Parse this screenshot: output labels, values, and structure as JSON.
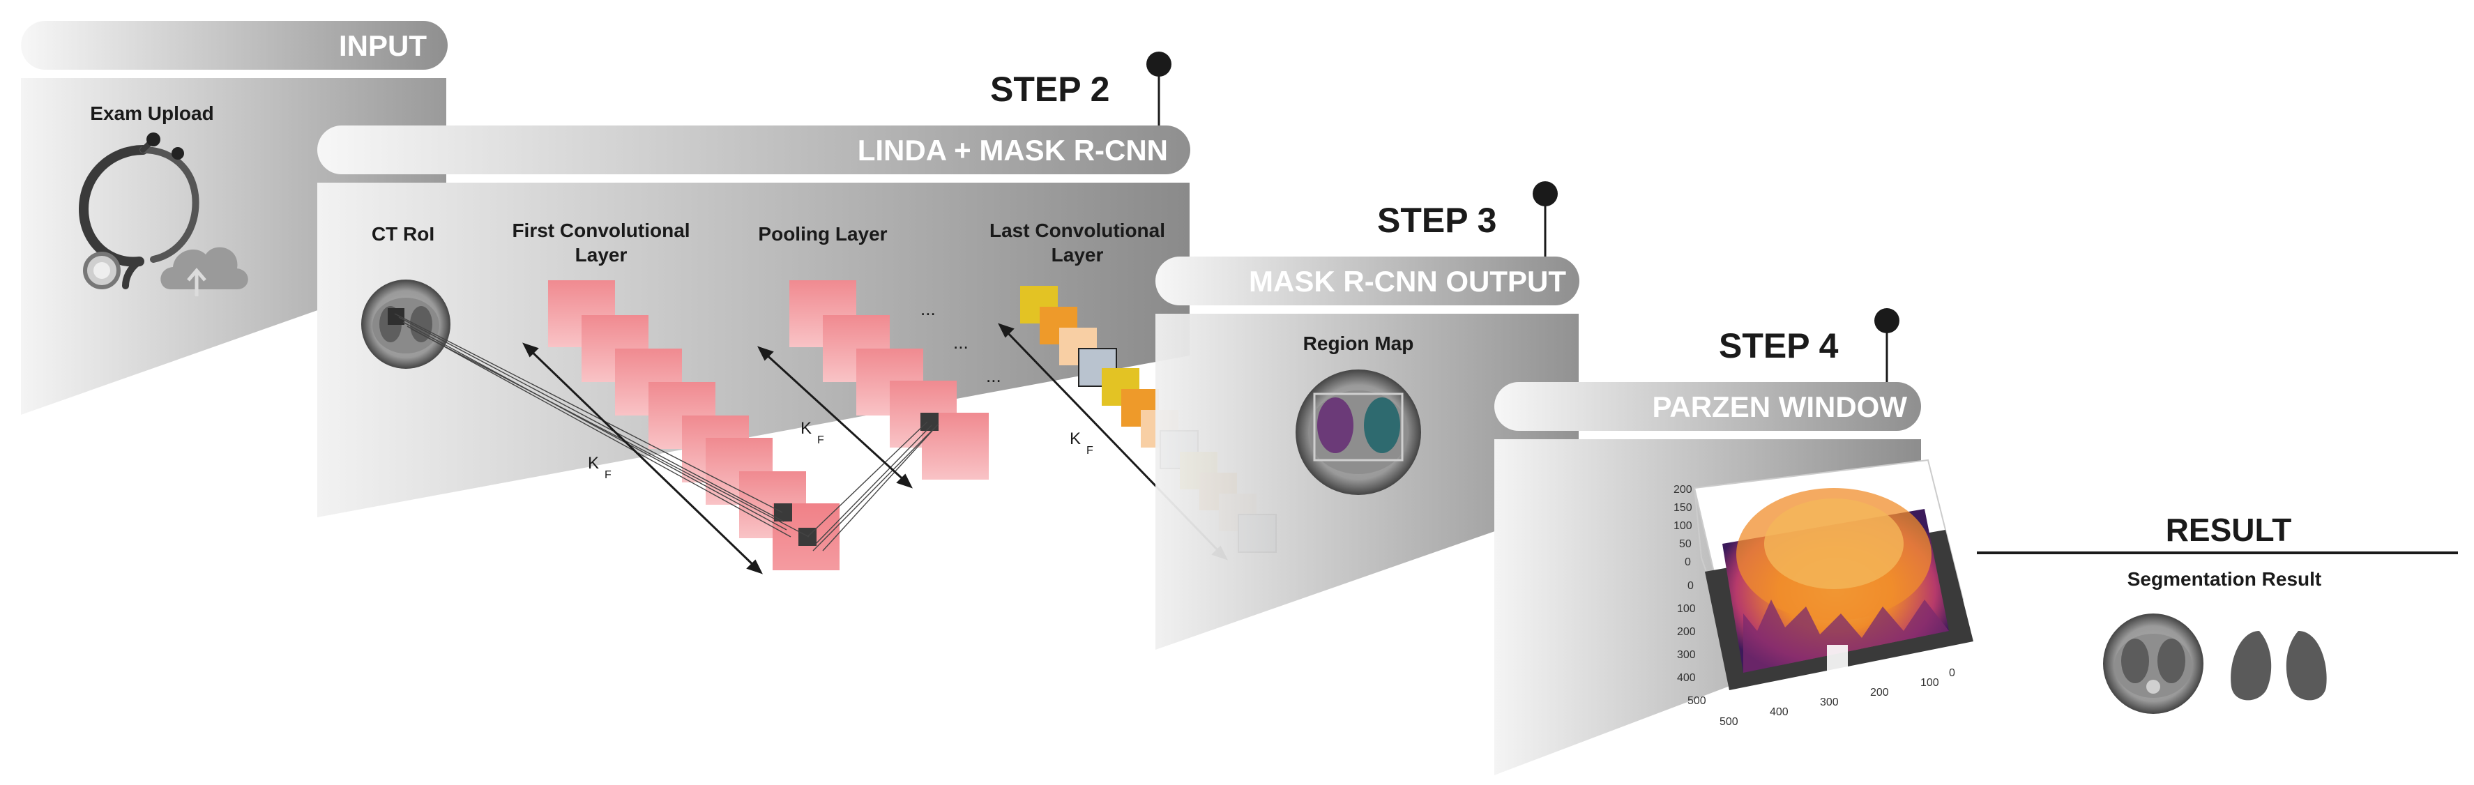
{
  "input": {
    "header": "INPUT",
    "caption": "Exam Upload"
  },
  "step2": {
    "step": "STEP 2",
    "header": "LINDA + MASK R-CNN",
    "labels": {
      "ct_roi": "CT RoI",
      "first_conv_line1": "First Convolutional",
      "first_conv_line2": "Layer",
      "pooling": "Pooling Layer",
      "last_conv_line1": "Last Convolutional",
      "last_conv_line2": "Layer"
    },
    "ellipsis": "...",
    "kernel": {
      "k": "K",
      "f": "F"
    }
  },
  "step3": {
    "step": "STEP 3",
    "header": "MASK R-CNN OUTPUT",
    "caption": "Region Map"
  },
  "step4": {
    "step": "STEP 4",
    "header": "PARZEN WINDOW",
    "z_ticks": [
      "200",
      "150",
      "100",
      "50",
      "0"
    ],
    "y_ticks": [
      "0",
      "100",
      "200",
      "300",
      "400",
      "500"
    ],
    "x_ticks": [
      "500",
      "400",
      "300",
      "200",
      "100",
      "0"
    ]
  },
  "result": {
    "title": "RESULT",
    "caption": "Segmentation Result"
  },
  "colors": {
    "panel_gray": "#8a8a8a",
    "pill_gray": "#9a9a9a",
    "pink": "#ef6f78",
    "yellow": "#e3c324",
    "orange": "#ee9a2a",
    "peach": "#f8cfa4",
    "blue_gray": "#b9c3cf",
    "dot": "#1a1a1a"
  }
}
